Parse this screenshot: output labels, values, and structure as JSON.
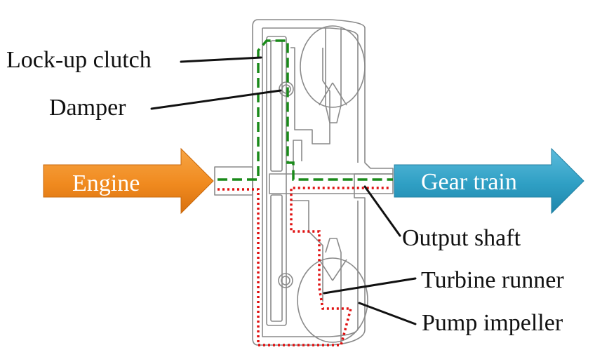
{
  "labels": {
    "lockup_clutch": "Lock-up clutch",
    "damper": "Damper",
    "output_shaft": "Output shaft",
    "turbine_runner": "Turbine runner",
    "pump_impeller": "Pump impeller"
  },
  "arrows": {
    "engine": {
      "label": "Engine",
      "color": "#f08a1f"
    },
    "gear_train": {
      "label": "Gear train",
      "color": "#2f9fc4"
    }
  },
  "paths": {
    "lockup_path_color": "#1a8a1a",
    "converter_path_color": "#e01010"
  }
}
